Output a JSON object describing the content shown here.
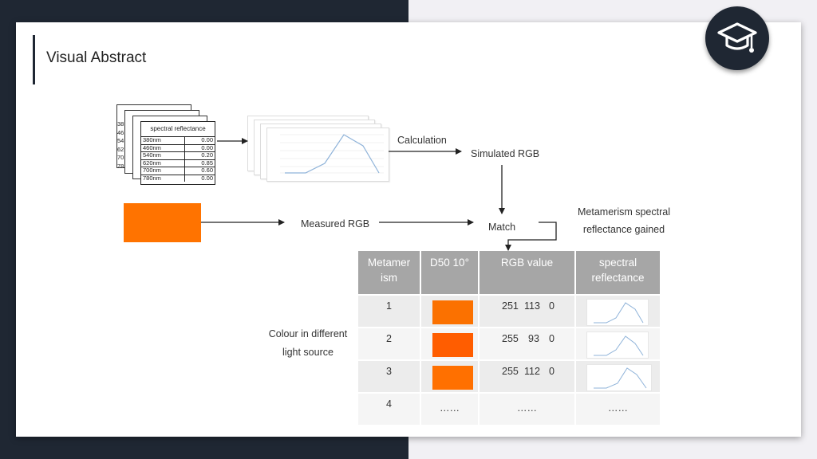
{
  "title": "Visual Abstract",
  "colors": {
    "dark": "#1f2733",
    "orange_measured": "#ff7300",
    "table_header": "#a6a6a6",
    "line": "#8fb3d9"
  },
  "badge": {
    "icon": "graduation-cap-icon"
  },
  "input_sheet": {
    "header": "spectral reflectance",
    "rows": [
      {
        "wl": "380nm",
        "val": "0.00"
      },
      {
        "wl": "460nm",
        "val": "0.00"
      },
      {
        "wl": "540nm",
        "val": "0.20"
      },
      {
        "wl": "620nm",
        "val": "0.85"
      },
      {
        "wl": "700nm",
        "val": "0.60"
      },
      {
        "wl": "780nm",
        "val": "0.00"
      }
    ],
    "back_edge_labels": [
      "38",
      "46",
      "54",
      "62",
      "70",
      "78"
    ]
  },
  "labels": {
    "calculation": "Calculation",
    "simulated_rgb": "Simulated RGB",
    "measured_rgb": "Measured RGB",
    "match": "Match",
    "metamerism_line1": "Metamerism spectral",
    "metamerism_line2": "reflectance gained",
    "colour_line1": "Colour in different",
    "colour_line2": "light source"
  },
  "table": {
    "headers": [
      {
        "line1": "Metamer",
        "line2": "ism"
      },
      {
        "line1": "D50 10°",
        "line2": ""
      },
      {
        "line1": "RGB value",
        "line2": ""
      },
      {
        "line1": "spectral",
        "line2": "reflectance"
      }
    ],
    "rows": [
      {
        "id": "1",
        "r": "251",
        "g": "113",
        "b": "0",
        "color": "#fb7100"
      },
      {
        "id": "2",
        "r": "255",
        "g": "93",
        "b": "0",
        "color": "#ff5d00"
      },
      {
        "id": "3",
        "r": "255",
        "g": "112",
        "b": "0",
        "color": "#ff7000"
      },
      {
        "id": "4",
        "ellipsis_d50": "……",
        "ellipsis_rgb": "……",
        "ellipsis_spec": "……"
      }
    ]
  }
}
